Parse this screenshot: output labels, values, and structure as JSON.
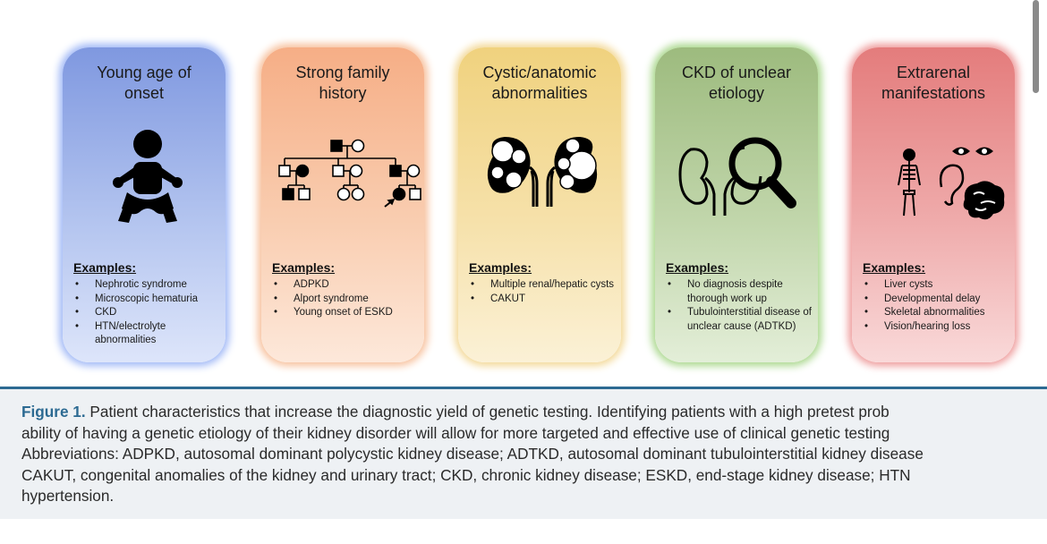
{
  "cards": [
    {
      "title_lines": [
        "Young age of",
        "onset"
      ],
      "examples_heading": "Examples:",
      "examples": [
        "Nephrotic syndrome",
        "Microscopic hematuria",
        "CKD",
        "HTN/electrolyte abnormalities"
      ],
      "icon": "baby-icon"
    },
    {
      "title_lines": [
        "Strong family",
        "history"
      ],
      "examples_heading": "Examples:",
      "examples": [
        "ADPKD",
        "Alport syndrome",
        "Young onset of ESKD"
      ],
      "icon": "pedigree-icon"
    },
    {
      "title_lines": [
        "Cystic/anatomic",
        "abnormalities"
      ],
      "examples_heading": "Examples:",
      "examples": [
        "Multiple renal/hepatic cysts",
        "CAKUT"
      ],
      "icon": "cystic-kidneys-icon"
    },
    {
      "title_lines": [
        "CKD of unclear",
        "etiology"
      ],
      "examples_heading": "Examples:",
      "examples": [
        "No diagnosis despite thorough work up",
        "Tubulointerstitial disease of unclear cause (ADTKD)"
      ],
      "icon": "kidney-magnifier-icon"
    },
    {
      "title_lines": [
        "Extrarenal",
        "manifestations"
      ],
      "examples_heading": "Examples:",
      "examples": [
        "Liver cysts",
        "Developmental delay",
        "Skeletal abnormalities",
        "Vision/hearing loss"
      ],
      "icon": "skeleton-eyes-ear-brain-icon"
    }
  ],
  "colors": {
    "card_blue": "#9fb7f6",
    "card_orange": "#f7c09c",
    "card_yellow": "#f3d896",
    "card_green": "#a9d78c",
    "card_red": "#ee9a9a",
    "caption_accent": "#2c6a92"
  },
  "caption": {
    "label": "Figure 1.",
    "lines": [
      " Patient characteristics that increase the diagnostic yield of genetic testing. Identifying patients with a high pretest prob",
      "ability of having a genetic etiology of their kidney disorder will allow for more targeted and effective use of clinical genetic testing",
      "Abbreviations: ADPKD, autosomal dominant polycystic kidney disease; ADTKD, autosomal dominant tubulointerstitial kidney disease",
      "CAKUT, congenital anomalies of the kidney and urinary tract; CKD, chronic kidney disease; ESKD, end-stage kidney disease; HTN",
      "hypertension."
    ]
  }
}
